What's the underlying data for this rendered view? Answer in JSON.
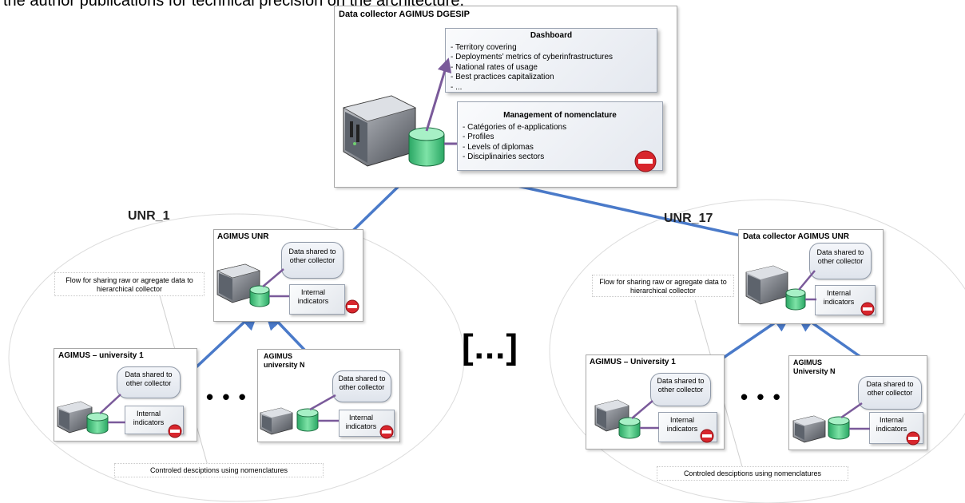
{
  "header_text": "the author publications for technical precision on the architecture.",
  "top_collector": {
    "title": "Data collector AGIMUS DGESIP",
    "dashboard": {
      "title": "Dashboard",
      "items": [
        "Territory covering",
        "Deployments’ metrics of cyberinfrastructures",
        "National rates of usage",
        "Best practices capitalization",
        "..."
      ]
    },
    "nomenclature": {
      "title": "Management of nomenclature",
      "items": [
        "Catégories of e-applications",
        "Profiles",
        "Levels of  diplomas",
        "Disciplinairies sectors"
      ]
    }
  },
  "left_region": {
    "label": "UNR_1",
    "collector_title": "AGIMUS UNR",
    "flow_note": "Flow for sharing raw or agregate data to hierarchical collector",
    "bubble": "Data shared to other collector",
    "internal": "Internal indicators",
    "uni1_title": "AGIMUS – university 1",
    "uniN_title": "AGIMUS university N",
    "controlled": "Controled desciptions using nomenclatures"
  },
  "right_region": {
    "label": "UNR_17",
    "collector_title": "Data collector AGIMUS UNR",
    "flow_note": "Flow for sharing raw or agregate data to hierarchical collector",
    "bubble": "Data shared to other collector",
    "internal": "Internal indicators",
    "uni1_title": "AGIMUS – University 1",
    "uniN_title": "AGIMUS University N",
    "controlled": "Controled desciptions using nomenclatures"
  },
  "ellipsis": "• • •",
  "middle_ellipsis": "[...]",
  "colors": {
    "arrow_blue": "#4a7ac9",
    "connector_purple": "#7a5a9a",
    "cylinder_green": "#3fc27a",
    "stop_red": "#d8262d"
  }
}
